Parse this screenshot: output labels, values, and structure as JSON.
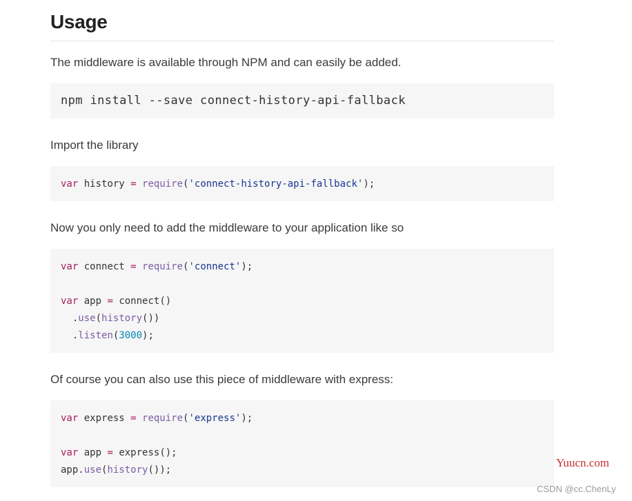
{
  "heading": "Usage",
  "para1": "The middleware is available through NPM and can easily be added.",
  "code1": {
    "line1": "npm install --save connect-history-api-fallback"
  },
  "para2": "Import the library",
  "code2": {
    "kw_var": "var",
    "name": " history ",
    "op": "= ",
    "fn_require": "require",
    "open": "(",
    "str": "'connect-history-api-fallback'",
    "close": ");"
  },
  "para3": "Now you only need to add the middleware to your application like so",
  "code3": {
    "l1_kw": "var",
    "l1_name": " connect ",
    "l1_op": "= ",
    "l1_fn": "require",
    "l1_open": "(",
    "l1_str": "'connect'",
    "l1_close": ");",
    "l2_kw": "var",
    "l2_name": " app ",
    "l2_op": "= ",
    "l2_call": "connect()",
    "l3_dot": "  .",
    "l3_fn": "use",
    "l3_open": "(",
    "l3_fn2": "history",
    "l3_close": "())",
    "l4_dot": "  .",
    "l4_fn": "listen",
    "l4_open": "(",
    "l4_num": "3000",
    "l4_close": ");"
  },
  "para4": "Of course you can also use this piece of middleware with express:",
  "code4": {
    "l1_kw": "var",
    "l1_name": " express ",
    "l1_op": "= ",
    "l1_fn": "require",
    "l1_open": "(",
    "l1_str": "'express'",
    "l1_close": ");",
    "l2_kw": "var",
    "l2_name": " app ",
    "l2_op": "= ",
    "l2_call": "express();",
    "l3_obj": "app.",
    "l3_fn": "use",
    "l3_open": "(",
    "l3_fn2": "history",
    "l3_close": "());"
  },
  "watermark_site": "Yuucn.com",
  "watermark_author": "CSDN @cc.ChenLy"
}
